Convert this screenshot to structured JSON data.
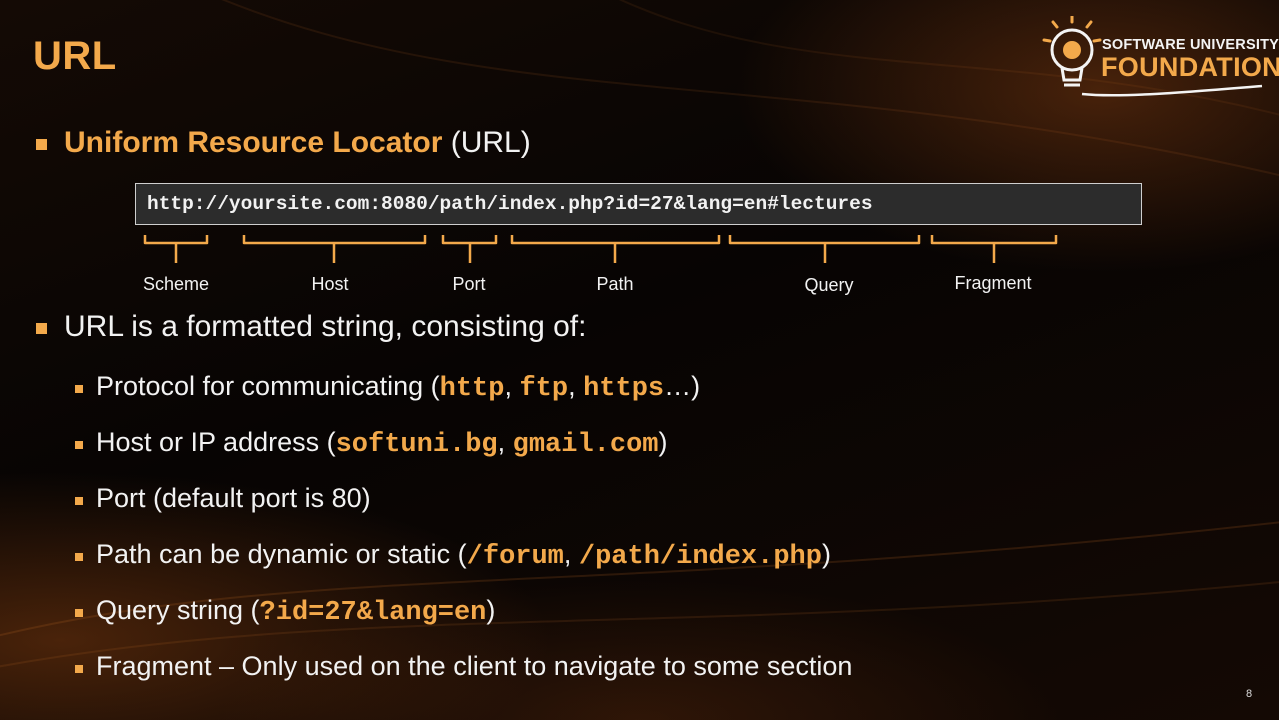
{
  "slide": {
    "title": "URL",
    "page_number": "8"
  },
  "logo": {
    "line1": "SOFTWARE UNIVERSITY",
    "line2": "FOUNDATION"
  },
  "definition": {
    "term": "Uniform Resource Locator",
    "abbr": " (URL)"
  },
  "url_example": {
    "text": "http://yoursite.com:8080/path/index.php?id=27&lang=en#lectures",
    "parts": [
      "Scheme",
      "Host",
      "Port",
      "Path",
      "Query",
      "Fragment"
    ]
  },
  "consists": {
    "text": "URL is a formatted string, consisting of:"
  },
  "items": {
    "protocol": {
      "prefix": "Protocol for communicating (",
      "code1": "http",
      "sep1": ", ",
      "code2": "ftp",
      "sep2": ", ",
      "code3": "https",
      "suffix": "…)"
    },
    "host": {
      "prefix": "Host or IP address (",
      "code1": "softuni.bg",
      "sep1": ", ",
      "code2": "gmail.com",
      "suffix": ")"
    },
    "port": {
      "text": "Port (default port is 80)"
    },
    "path": {
      "prefix": "Path can be dynamic or static (",
      "code1": "/forum",
      "sep1": ", ",
      "code2": "/path/index.php",
      "suffix": ")"
    },
    "query": {
      "prefix": "Query string (",
      "code1": "?id=27&lang=en",
      "suffix": ")"
    },
    "fragment": {
      "text": "Fragment – Only used on the client to navigate to some section"
    }
  },
  "colors": {
    "accent": "#f3a94b",
    "text": "#f2f2f2",
    "url_box_bg": "#2c2c2c"
  }
}
